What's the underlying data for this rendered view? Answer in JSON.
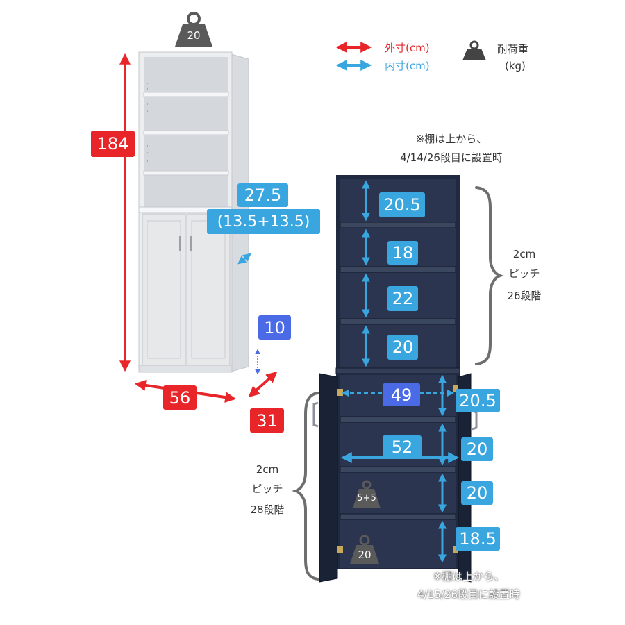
{
  "legend": {
    "outer_label": "外寸(cm)",
    "inner_label": "内寸(cm)",
    "load_label_1": "耐荷重",
    "load_label_2": "(kg)",
    "colors": {
      "outer": "#e8262a",
      "inner": "#3aa6e0",
      "depth_inner": "#4b6be6"
    }
  },
  "white_cabinet": {
    "top_load": "20",
    "height": "184",
    "width": "56",
    "depth": "31",
    "shelf_depth_line1": "27.5",
    "shelf_depth_line2": "(13.5+13.5)",
    "plinth": "10"
  },
  "dark_cabinet": {
    "top_note_line1": "※棚は上から、",
    "top_note_line2": "4/14/26段目に設置時",
    "upper_shelves": [
      "20.5",
      "18",
      "22",
      "20"
    ],
    "upper_pitch_line1": "2cm",
    "upper_pitch_line2": "ピッチ",
    "upper_pitch_line3": "26段階",
    "lower_inner_width": "49",
    "lower_width": "52",
    "lower_shelves": [
      "20.5",
      "20",
      "20",
      "18.5"
    ],
    "lower_pitch_line1": "2cm",
    "lower_pitch_line2": "ピッチ",
    "lower_pitch_line3": "28段階",
    "door_load": "5+5",
    "bottom_load": "20",
    "bottom_note_line1": "※棚は上から、",
    "bottom_note_line2": "4/15/26段目に設置時"
  }
}
